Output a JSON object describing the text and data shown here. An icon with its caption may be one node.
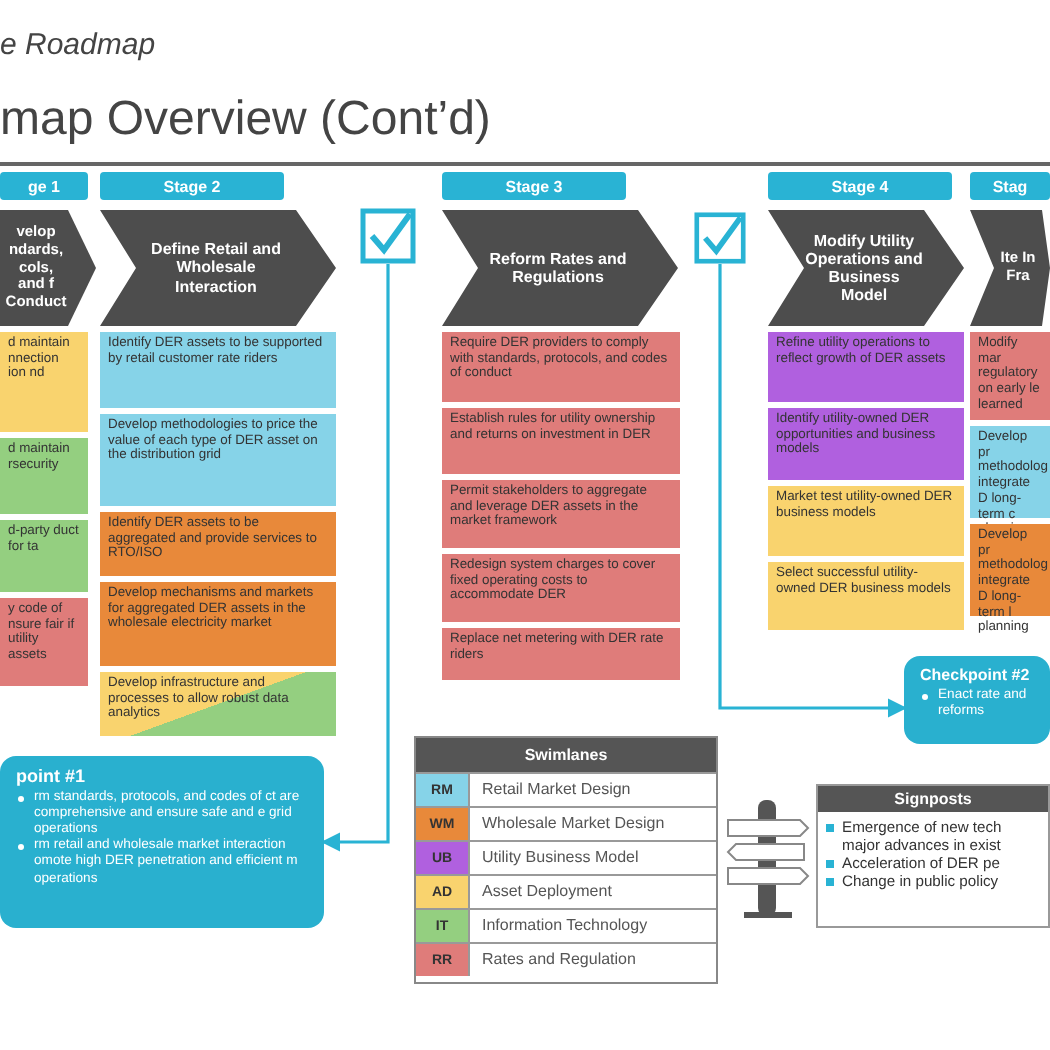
{
  "diagram": {
    "title": "map Overview (Cont’d)",
    "nodes": [
      {
        "text": [
          "ge 1"
        ]
      },
      {
        "text": [
          "velop ndards, cols, and f Conduct"
        ]
      },
      {
        "text": [
          "d maintain nnection ion nd"
        ]
      },
      {
        "text": [
          "d maintain rsecurity"
        ]
      },
      {
        "text": [
          "d-party duct for ta"
        ]
      },
      {
        "text": [
          "y code of nsure fair if utility assets"
        ]
      },
      {
        "text": [
          "Stage 2"
        ]
      },
      {
        "text": [
          "Define Retail and Wholesale Interaction"
        ]
      },
      {
        "text": [
          "Identify DER assets to be supported by retail customer rate riders"
        ]
      },
      {
        "text": [
          "Develop methodologies to price the value of each type of DER asset on the distribution grid"
        ]
      },
      {
        "text": [
          "Identify DER assets to be aggregated and provide services to RTO/ISO"
        ]
      },
      {
        "text": [
          "Develop mechanisms and markets for aggregated DER assets in the wholesale electricity market"
        ]
      },
      {
        "text": [
          "Develop infrastructure and processes to allow robust data analytics"
        ]
      },
      {
        "text": [],
        "shape": "box"
      },
      {
        "text": [
          "Stage 3"
        ]
      },
      {
        "text": [
          "Reform Rates and Regulations"
        ]
      },
      {
        "text": [
          "Require DER providers to comply with standards, protocols, and codes of conduct"
        ]
      },
      {
        "text": [
          "Establish rules for utility ownership and returns on investment in DER"
        ]
      },
      {
        "text": [
          "Permit stakeholders to aggregate and leverage DER assets in the market framework"
        ]
      },
      {
        "text": [
          "Redesign system charges to cover fixed operating costs to accommodate DER"
        ]
      },
      {
        "text": [
          "Replace net metering with DER rate riders"
        ]
      },
      {
        "text": [],
        "shape": "box"
      },
      {
        "text": [
          "Stage 4"
        ]
      },
      {
        "text": [
          "Modify Utility Operations and Business Model"
        ]
      },
      {
        "text": [
          "Refine utility operations to reflect growth of DER assets"
        ]
      },
      {
        "text": [
          "Identify utility-owned DER opportunities and business models"
        ]
      },
      {
        "text": [
          "Market test utility-owned DER business models"
        ]
      },
      {
        "text": [
          "Select successful utility-owned DER business models"
        ]
      },
      {
        "text": [
          "Stag"
        ]
      },
      {
        "text": [
          "Ite In Fra"
        ]
      },
      {
        "text": [
          "Modify mar regulatory on early le learned"
        ]
      },
      {
        "text": [
          "Develop pr methodolog integrate D long-term c planning"
        ]
      },
      {
        "text": [
          "Develop pr methodolog integrate D long-term l planning"
        ]
      },
      {
        "text": [
          "point #1",
          "rm standards, protocols, and codes of ct are comprehensive and ensure safe and e grid operations",
          "rm retail and wholesale market interaction omote high DER penetration and efficient m operations"
        ]
      },
      {
        "text": [
          "Checkpoint #2",
          "Enact rate and reforms"
        ]
      },
      {
        "text": [
          "Swimlanes"
        ]
      },
      {
        "text": [
          "Signposts",
          "Emergence of new tech major advances in exist",
          "Acceleration of DER pe",
          "Change in public policy"
        ]
      }
    ],
    "edges": [
      {
        "from": 13,
        "to": 33,
        "arrow": "to"
      },
      {
        "from": 21,
        "to": 34,
        "arrow": "to"
      }
    ],
    "labels": [
      "e Roadmap",
      "RM",
      "WM",
      "UB",
      "AD",
      "IT",
      "RR"
    ],
    "legend": [
      {
        "text": "Retail Market Design",
        "color": "#86d3e8"
      },
      {
        "text": "Wholesale Market Design",
        "color": "#e8893a"
      },
      {
        "text": "Utility Business Model",
        "color": "#b060df"
      },
      {
        "text": "Asset Deployment",
        "color": "#f9d36e"
      },
      {
        "text": "Information Technology",
        "color": "#94cf80"
      },
      {
        "text": "Rates and Regulation",
        "color": "#df7c7a"
      }
    ]
  }
}
